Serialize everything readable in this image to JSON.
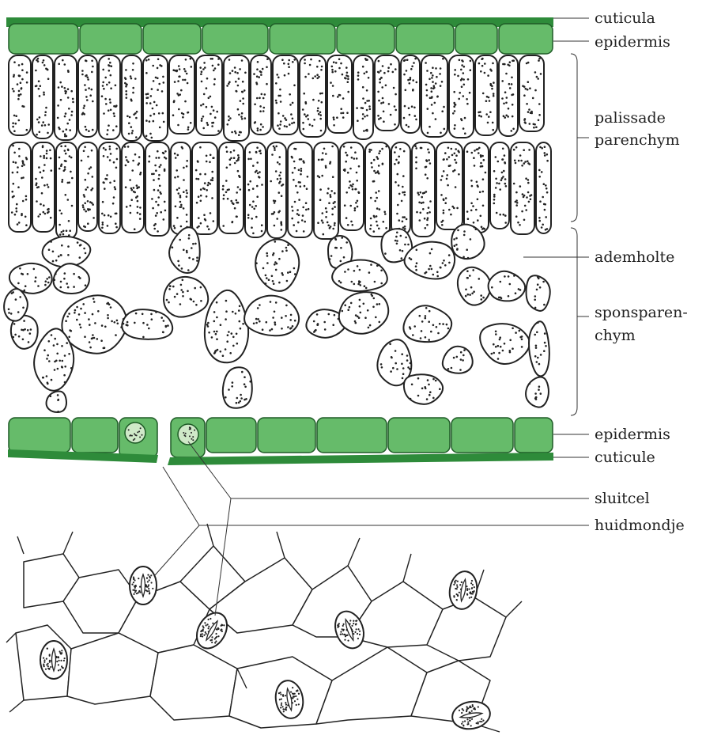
{
  "labels": {
    "cuticula": "cuticula",
    "epidermis_top": "epidermis",
    "palissade_1": "palissade",
    "palissade_2": "parenchym",
    "ademholte": "ademholte",
    "spons_1": "sponsparen-",
    "spons_2": "chym",
    "epidermis_bottom": "epidermis",
    "cuticule": "cuticule",
    "sluitcel": "sluitcel",
    "huidmondje": "huidmondje"
  },
  "colors": {
    "epidermis_fill": "#66bb6a",
    "cuticle": "#2e8b3a",
    "guard_cell_fill": "#cfe9c8",
    "line": "#222222"
  }
}
